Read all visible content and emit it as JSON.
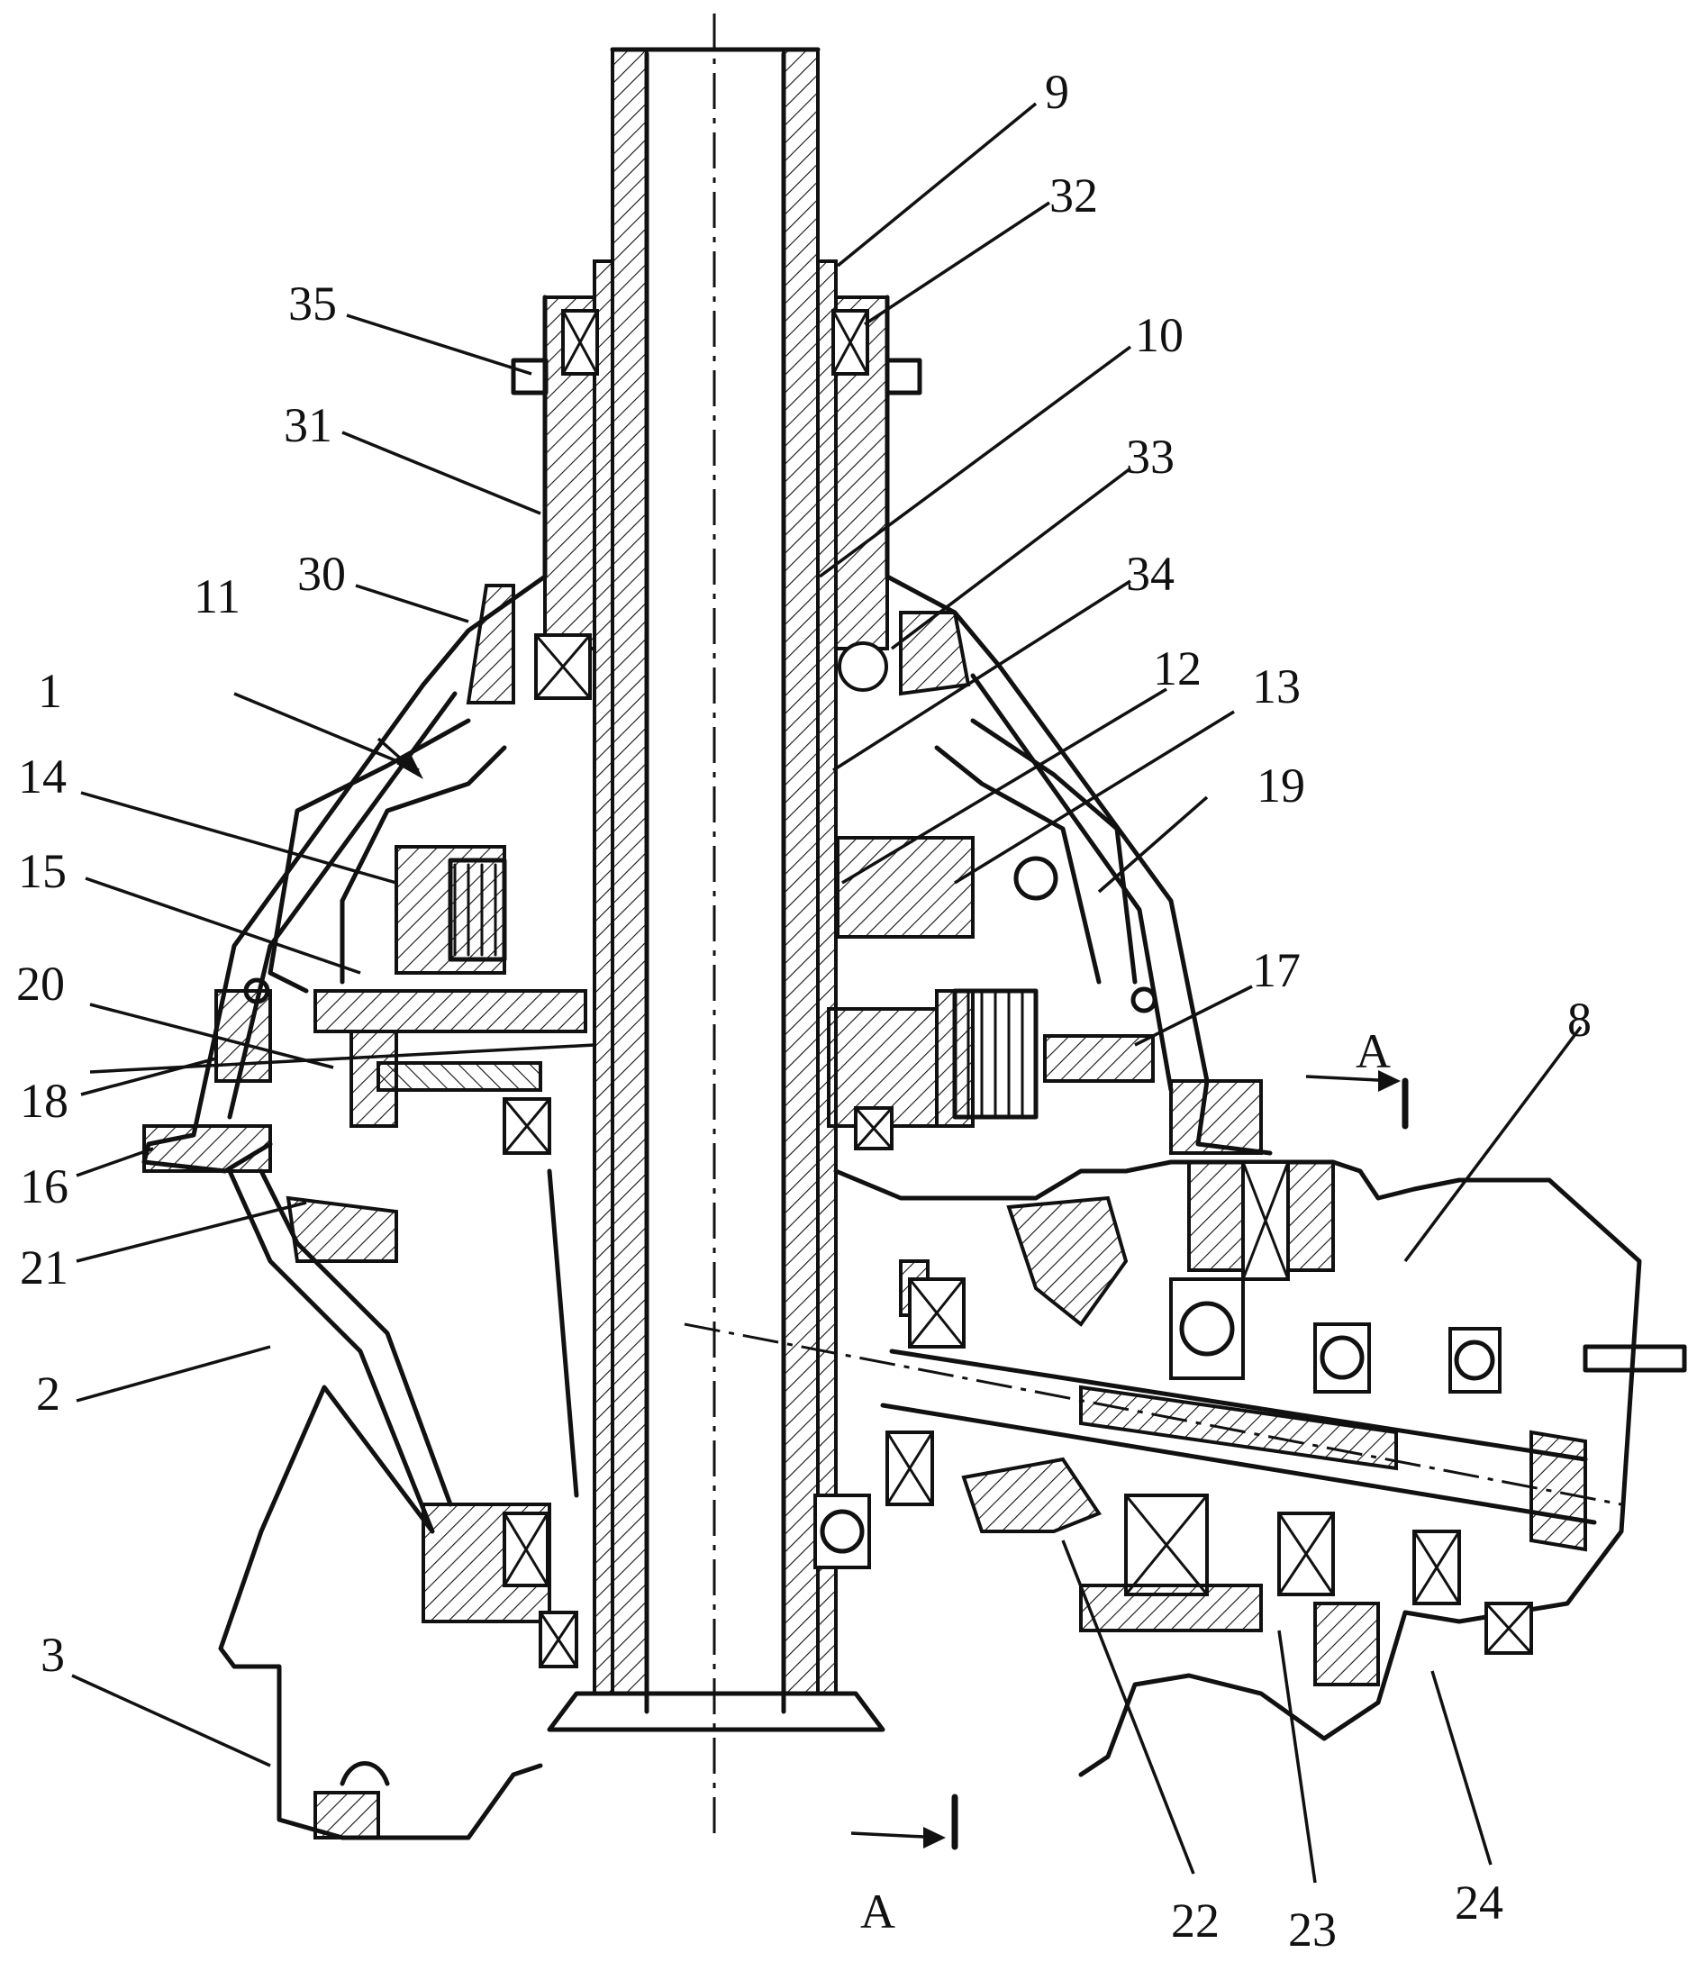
{
  "labels": [
    {
      "id": "9",
      "text": "9"
    },
    {
      "id": "32",
      "text": "32"
    },
    {
      "id": "35",
      "text": "35"
    },
    {
      "id": "10",
      "text": "10"
    },
    {
      "id": "31",
      "text": "31"
    },
    {
      "id": "33",
      "text": "33"
    },
    {
      "id": "30",
      "text": "30"
    },
    {
      "id": "34",
      "text": "34"
    },
    {
      "id": "11",
      "text": "11"
    },
    {
      "id": "12",
      "text": "12"
    },
    {
      "id": "1",
      "text": "1"
    },
    {
      "id": "13",
      "text": "13"
    },
    {
      "id": "14",
      "text": "14"
    },
    {
      "id": "19",
      "text": "19"
    },
    {
      "id": "15",
      "text": "15"
    },
    {
      "id": "20",
      "text": "20"
    },
    {
      "id": "17",
      "text": "17"
    },
    {
      "id": "8",
      "text": "8"
    },
    {
      "id": "18",
      "text": "18"
    },
    {
      "id": "16",
      "text": "16"
    },
    {
      "id": "21",
      "text": "21"
    },
    {
      "id": "2",
      "text": "2"
    },
    {
      "id": "3",
      "text": "3"
    },
    {
      "id": "22",
      "text": "22"
    },
    {
      "id": "23",
      "text": "23"
    },
    {
      "id": "24",
      "text": "24"
    }
  ],
  "section_marks": [
    {
      "id": "top",
      "text": "A"
    },
    {
      "id": "bottom",
      "text": "A"
    }
  ]
}
